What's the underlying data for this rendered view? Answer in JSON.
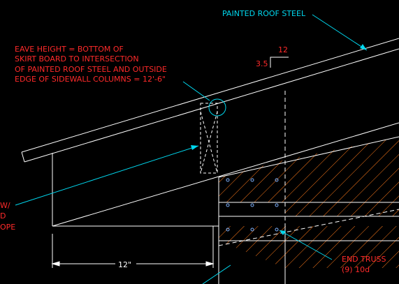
{
  "labels": {
    "painted_roof_steel": "PAINTED ROOF STEEL",
    "eave_note": [
      "EAVE HEIGHT = BOTTOM OF",
      "SKIRT BOARD TO INTERSECTION",
      "OF PAINTED ROOF STEEL AND OUTSIDE",
      "EDGE OF SIDEWALL COLUMNS = 12'-6\""
    ],
    "slope_run": "12",
    "slope_rise": "3.5",
    "dimension": "12\"",
    "end_truss": "END TRUSS",
    "nails": "(9) 10d",
    "left_fragment_1": "W/",
    "left_fragment_2": "D",
    "left_fragment_3": "OPE"
  },
  "colors": {
    "background": "#000000",
    "linework": "#ffffff",
    "leader": "#00d7ee",
    "note": "#ff2a2a",
    "hatch": "#ff7a1a",
    "dots": "#7fb3ff"
  }
}
